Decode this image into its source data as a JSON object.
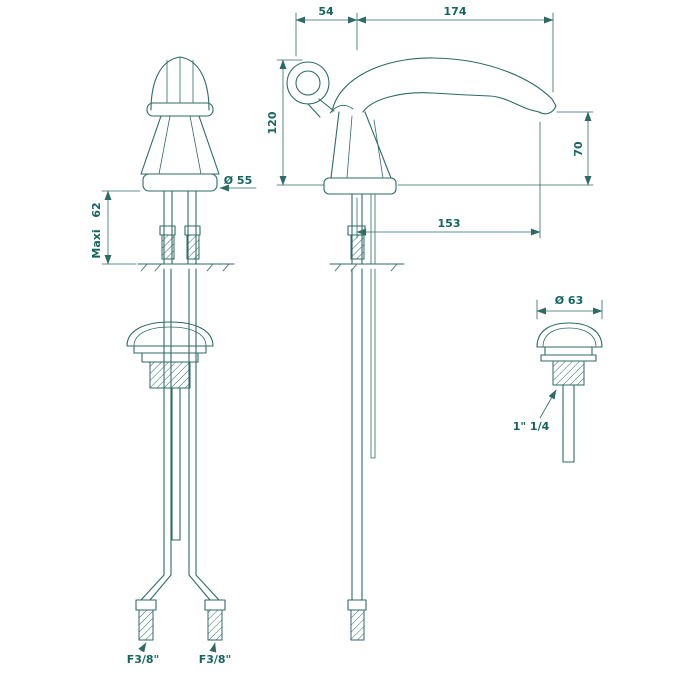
{
  "drawing": {
    "subject": "basin mixer tap technical drawing with pop-up waste",
    "line_color": "#2e6b66",
    "text_color": "#15655e",
    "front_view": {
      "base_diameter": "Ø 55",
      "max_value": "62",
      "max_word": "Maxi",
      "hose_left": "F3/8\"",
      "hose_right": "F3/8\""
    },
    "side_view": {
      "handle_offset": "54",
      "spout_projection": "174",
      "total_height": "120",
      "outlet_height": "70",
      "outlet_reach": "153"
    },
    "waste_view": {
      "cap_diameter": "Ø 63",
      "thread": "1\" 1/4"
    }
  }
}
